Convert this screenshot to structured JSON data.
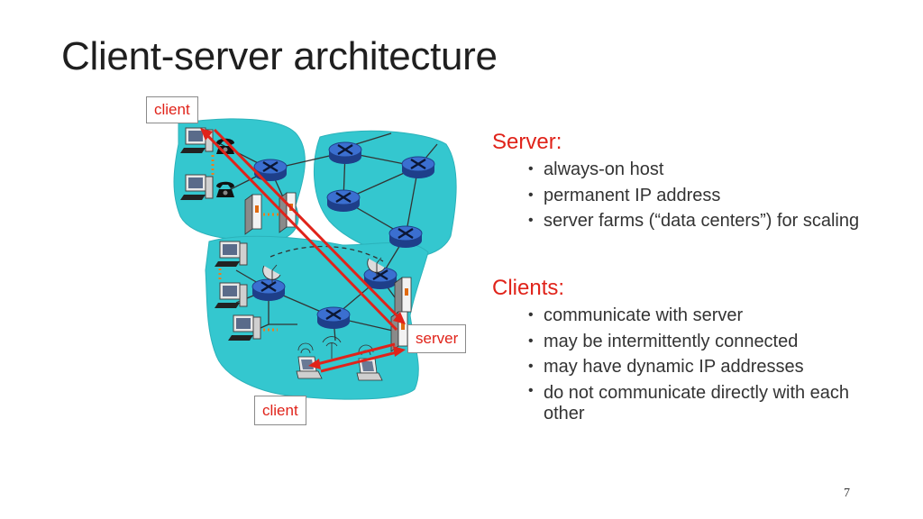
{
  "slide": {
    "title": "Client-server architecture",
    "page_number": "7"
  },
  "diagram": {
    "labels": {
      "client_top": "client",
      "server": "server",
      "client_bottom": "client"
    },
    "colors": {
      "network_cloud": "#34c7cf",
      "router": "#2f5bb5",
      "arrow": "#e0231a",
      "callout_text": "#e0231a"
    },
    "icons": [
      "desktop-pc-icon",
      "telephone-icon",
      "server-rack-icon",
      "router-icon",
      "satellite-dish-icon",
      "laptop-icon"
    ]
  },
  "server_section": {
    "heading": "Server:",
    "bullets": [
      "always-on host",
      "permanent IP address",
      "server farms (“data centers”) for scaling"
    ]
  },
  "clients_section": {
    "heading": "Clients:",
    "bullets": [
      "communicate with server",
      "may be intermittently connected",
      "may have dynamic IP addresses",
      "do not communicate directly with each other"
    ]
  }
}
